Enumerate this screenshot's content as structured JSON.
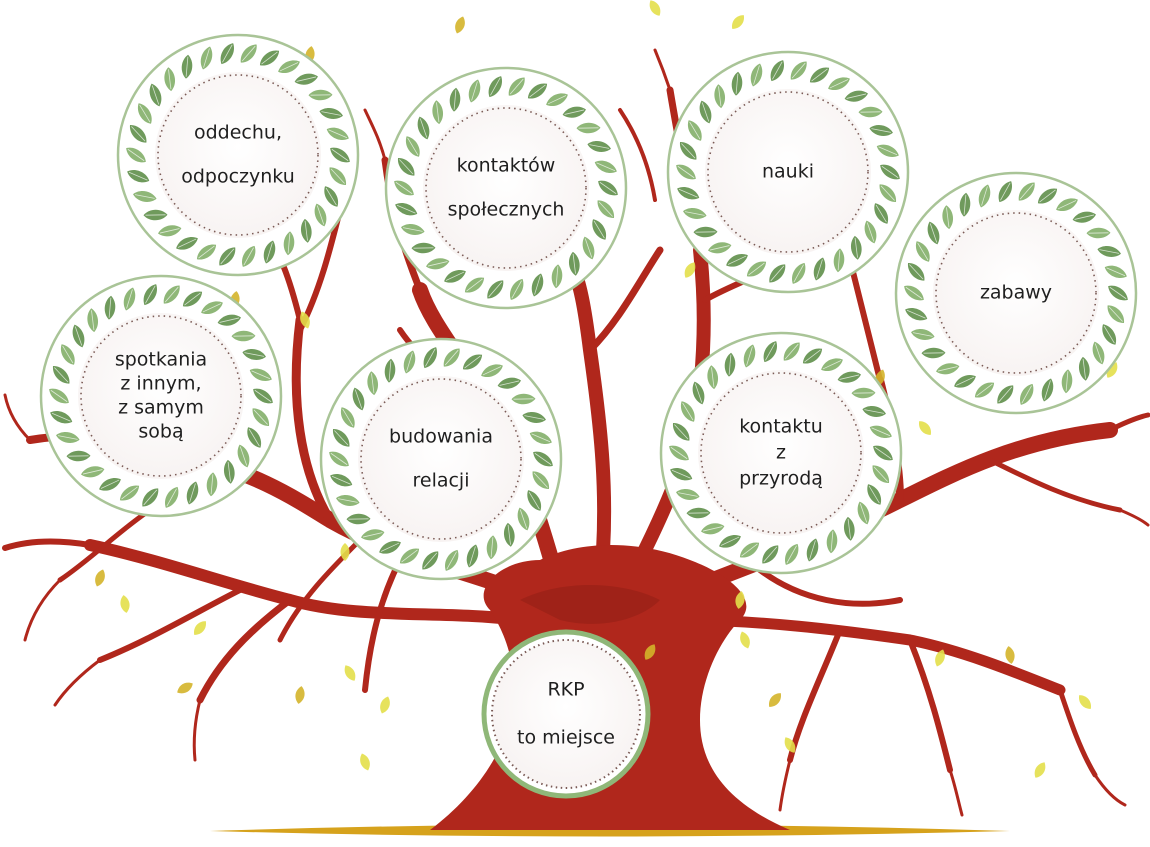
{
  "root": {
    "lines": [
      "RKP",
      "to miejsce"
    ]
  },
  "nodes": [
    {
      "key": "oddech",
      "lines": [
        "oddechu,",
        "odpoczynku"
      ]
    },
    {
      "key": "kontakty",
      "lines": [
        "kontaktów",
        "społecznych"
      ]
    },
    {
      "key": "nauka",
      "lines": [
        "nauki"
      ]
    },
    {
      "key": "zabawa",
      "lines": [
        "zabawy"
      ]
    },
    {
      "key": "spotkania",
      "lines": [
        "spotkania",
        "z innym,",
        "z samym",
        "sobą"
      ]
    },
    {
      "key": "relacje",
      "lines": [
        "budowania",
        "relacji"
      ]
    },
    {
      "key": "przyroda",
      "lines": [
        "kontaktu",
        "z",
        "przyrodą"
      ]
    }
  ],
  "colors": {
    "trunk": "#b0271c",
    "trunk_dark": "#8e1d14",
    "leaf": "#8fb778",
    "leaf_dark": "#6f9a5c",
    "ring_border": "#a9c497",
    "dots": "#7a5a55",
    "ground": "#d6a21c",
    "falling_leaf": "#e3df4a"
  }
}
